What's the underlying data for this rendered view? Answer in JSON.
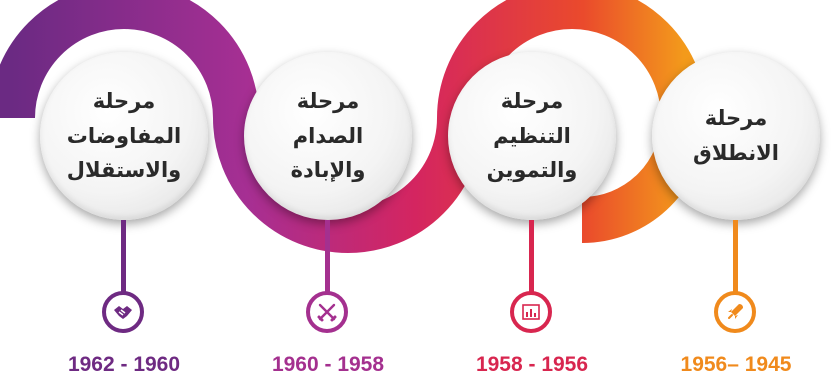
{
  "phases": [
    {
      "title": "مرحلة\nالمفاوضات\nوالاستقلال",
      "years": "1962 - 1960",
      "color": "#6e2a82",
      "icon": "handshake-icon"
    },
    {
      "title": "مرحلة\nالصدام\nوالإبادة",
      "years": "1960 - 1958",
      "color": "#a4308f",
      "icon": "crossed-rifles-icon"
    },
    {
      "title": "مرحلة\nالتنظيم\nوالتموين",
      "years": "1958 - 1956",
      "color": "#d8264f",
      "icon": "chart-board-icon"
    },
    {
      "title": "مرحلة\nالانطلاق",
      "years": "1956– 1945",
      "color": "#f08a1c",
      "icon": "rocket-icon"
    }
  ]
}
